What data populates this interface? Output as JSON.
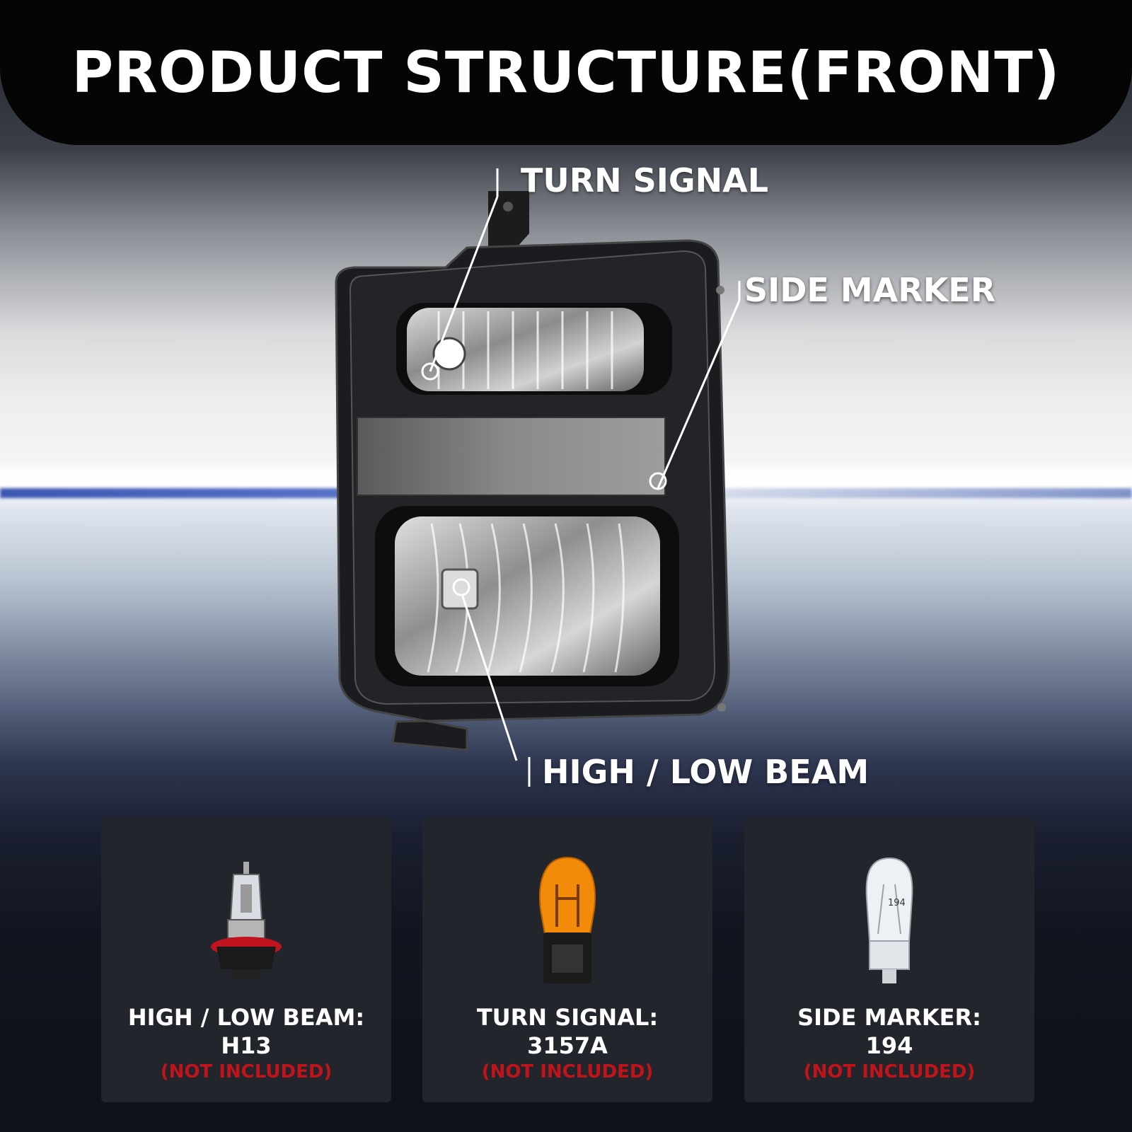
{
  "title": "PRODUCT STRUCTURE(FRONT)",
  "callouts": {
    "turn_signal": "TURN SIGNAL",
    "side_marker": "SIDE MARKER",
    "high_low_beam": "HIGH / LOW BEAM"
  },
  "bulbs": [
    {
      "name": "HIGH / LOW BEAM:",
      "code": "H13",
      "note": "(NOT INCLUDED)",
      "icon": "h13-bulb-icon"
    },
    {
      "name": "TURN SIGNAL:",
      "code": "3157A",
      "note": "(NOT INCLUDED)",
      "icon": "3157a-bulb-icon"
    },
    {
      "name": "SIDE MARKER:",
      "code": "194",
      "note": "(NOT INCLUDED)",
      "icon": "194-bulb-icon"
    }
  ],
  "bulb_194_marking": "194",
  "colors": {
    "title_bar": "#050505",
    "card_background": "#22252c",
    "note_red": "#c0141a",
    "amber_bulb": "#f28a0a"
  }
}
